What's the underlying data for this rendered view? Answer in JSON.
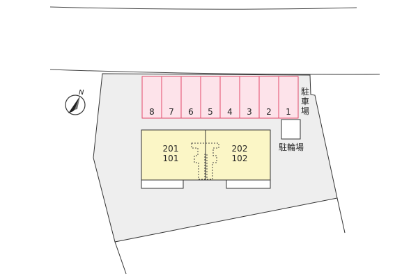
{
  "compass": {
    "north_label": "N"
  },
  "parking": {
    "label_chars": [
      "駐",
      "車",
      "場"
    ],
    "space_numbers": [
      "8",
      "7",
      "6",
      "5",
      "4",
      "3",
      "2",
      "1"
    ],
    "fill_color": "#fde3ea",
    "stroke_color": "#e24a6a"
  },
  "bicycle_parking": {
    "label": "駐輪場"
  },
  "building": {
    "fill_color": "#fbf6c6",
    "units": [
      {
        "upper": "201",
        "lower": "101"
      },
      {
        "upper": "202",
        "lower": "102"
      }
    ]
  },
  "site": {
    "fill_color": "#eeeeee",
    "stroke_color": "#333333"
  }
}
